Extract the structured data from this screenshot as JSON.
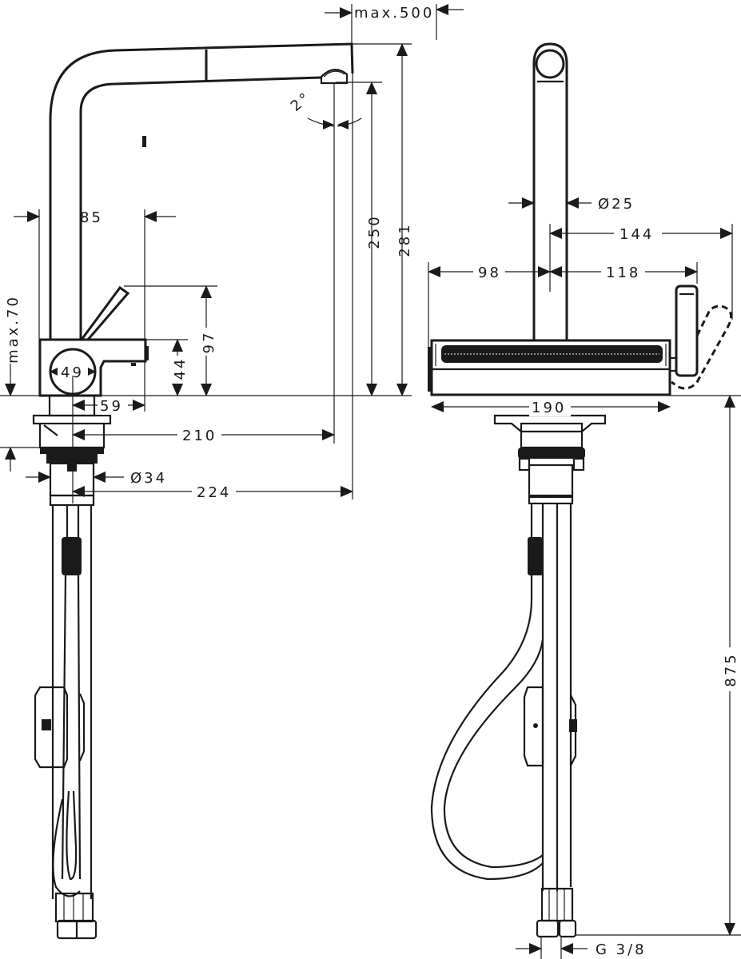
{
  "drawing": {
    "title": "Kitchen mixer pull-out spray dimension drawing",
    "side_view": {
      "dimensions": {
        "max_500": "max.500",
        "angle_2": "2°",
        "d250": "250",
        "d281": "281",
        "d85": "85",
        "max_70": "max.70",
        "d97": "97",
        "d44": "44",
        "d49": "49",
        "d59": "59",
        "d210": "210",
        "d34": "Ø34",
        "d224": "224"
      }
    },
    "front_view": {
      "dimensions": {
        "d25": "Ø25",
        "d144": "144",
        "d98": "98",
        "d118": "118",
        "d190": "190",
        "d875": "875",
        "g38": "G 3/8"
      }
    }
  }
}
